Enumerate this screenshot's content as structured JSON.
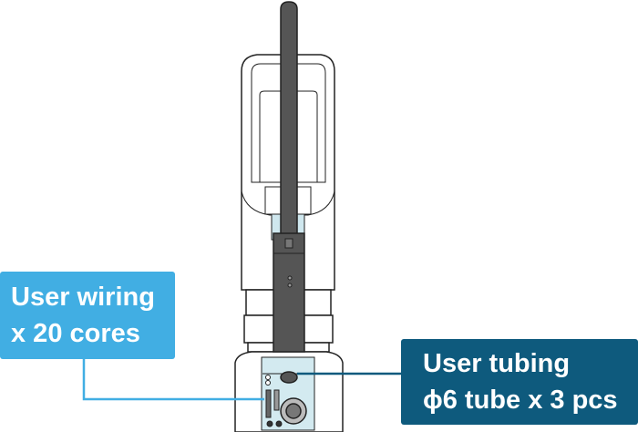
{
  "callouts": {
    "wiring": {
      "line1": "User wiring",
      "line2": "x 20 cores",
      "color": "#41aee3"
    },
    "tubing": {
      "line1": "User tubing",
      "line2": "ϕ6 tube x 3 pcs",
      "color": "#0e5a7d"
    }
  }
}
